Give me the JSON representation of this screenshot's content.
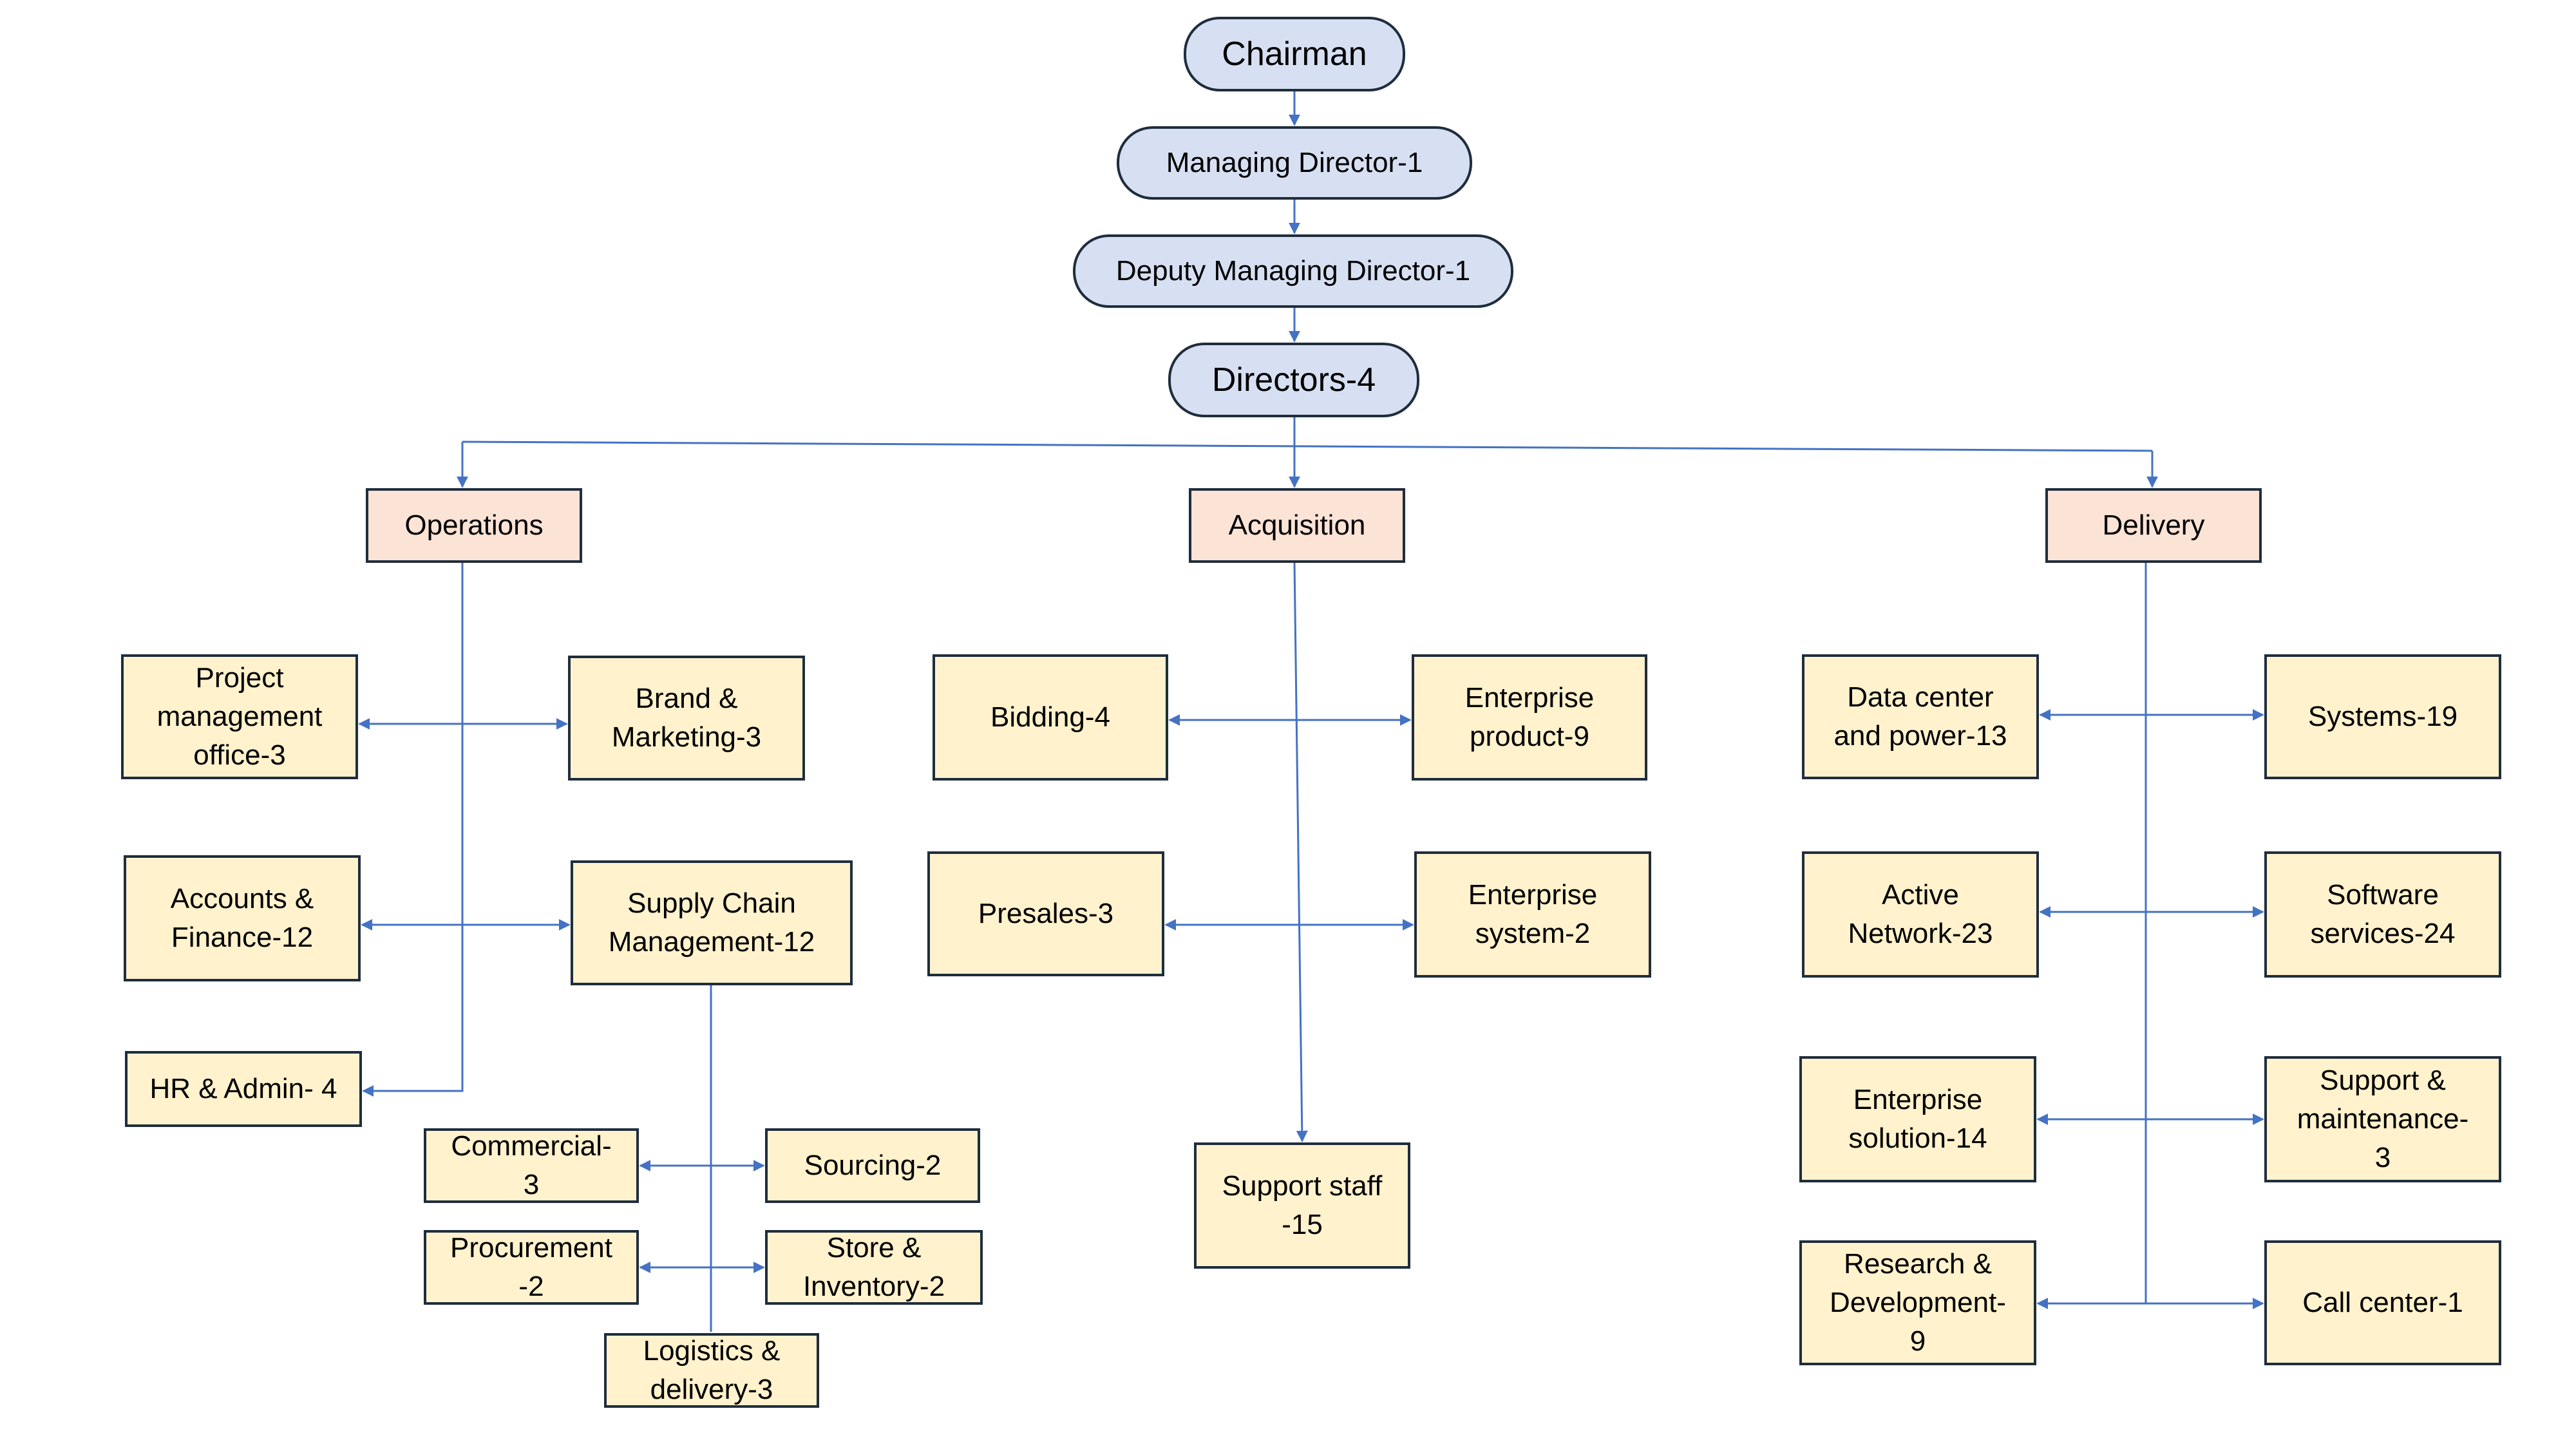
{
  "colors": {
    "pill_fill": "#D6E0F2",
    "header_fill": "#FBE3D6",
    "unit_fill": "#FFF2CC",
    "outline": "#1F2D3D",
    "connector": "#4472C4"
  },
  "hierarchy": {
    "chairman": "Chairman",
    "managing_director": "Managing Director-1",
    "deputy_managing_director": "Deputy Managing Director-1",
    "directors": "Directors-4"
  },
  "operations": {
    "title": "Operations",
    "units": {
      "project_management_office": "Project\nmanagement\noffice-3",
      "brand_marketing": "Brand &\nMarketing-3",
      "accounts_finance": "Accounts &\nFinance-12",
      "supply_chain": "Supply Chain\nManagement-12",
      "hr_admin": "HR & Admin- 4"
    },
    "supply_chain_units": {
      "commercial": "Commercial-\n3",
      "sourcing": "Sourcing-2",
      "procurement": "Procurement\n-2",
      "store_inventory": "Store &\nInventory-2",
      "logistics_delivery": "Logistics &\ndelivery-3"
    }
  },
  "acquisition": {
    "title": "Acquisition",
    "units": {
      "bidding": "Bidding-4",
      "enterprise_product": "Enterprise\nproduct-9",
      "presales": "Presales-3",
      "enterprise_system": "Enterprise\nsystem-2",
      "support_staff": "Support staff\n-15"
    }
  },
  "delivery": {
    "title": "Delivery",
    "units": {
      "data_center_power": "Data center\nand power-13",
      "systems": "Systems-19",
      "active_network": "Active\nNetwork-23",
      "software_services": "Software\nservices-24",
      "enterprise_solution": "Enterprise\nsolution-14",
      "support_maintenance": "Support &\nmaintenance-\n3",
      "research_development": "Research &\nDevelopment-\n9",
      "call_center": "Call center-1"
    }
  }
}
